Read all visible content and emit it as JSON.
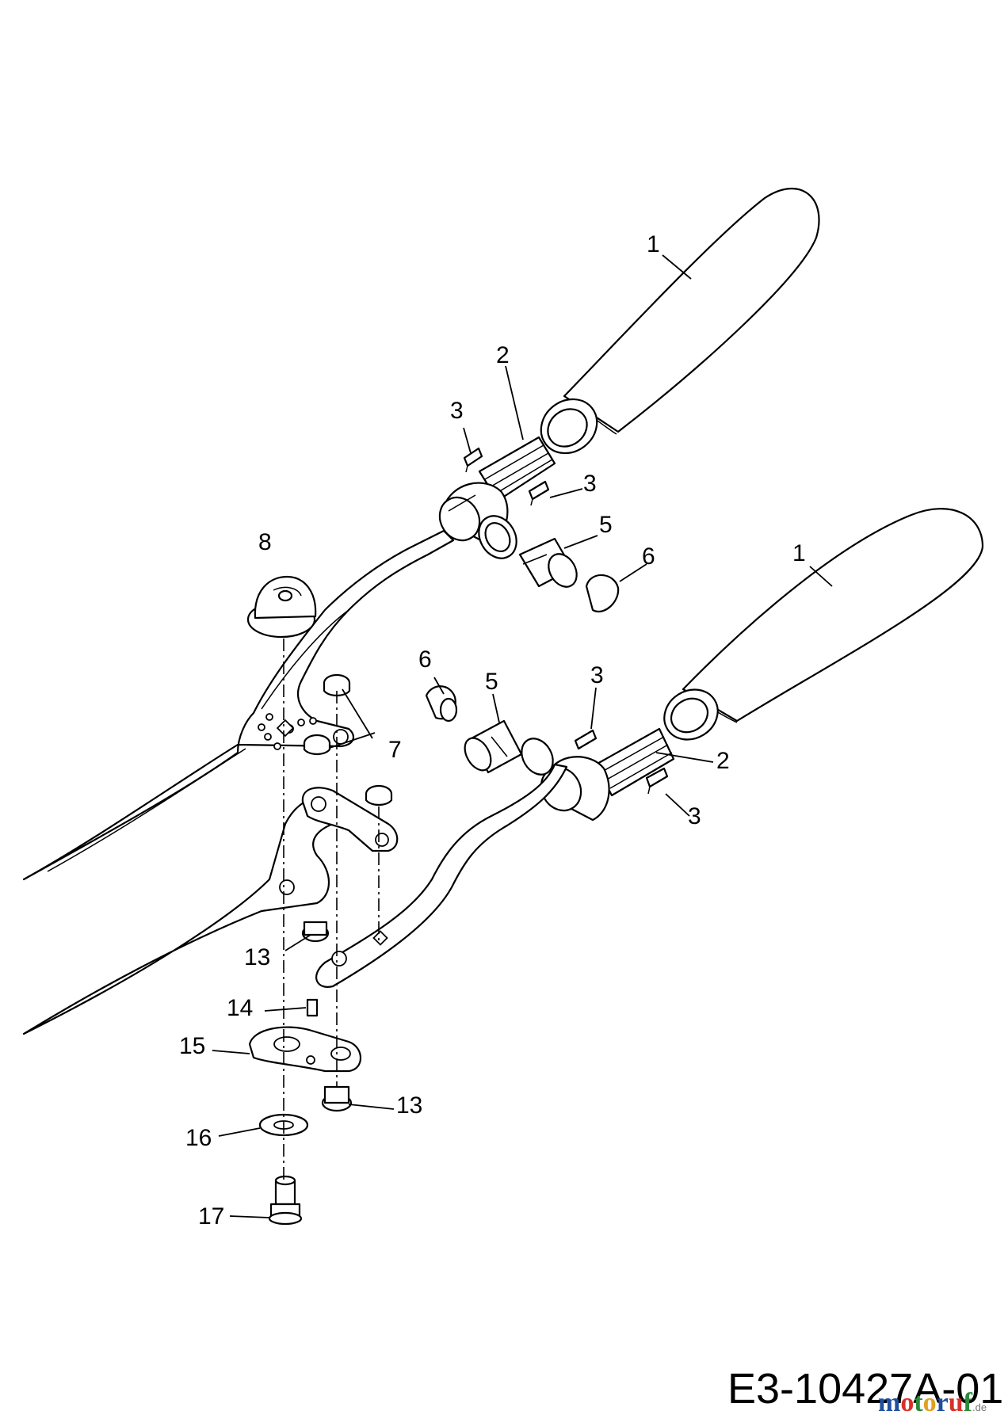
{
  "diagram": {
    "drawing_code": "E3-10427A-01",
    "callouts": [
      {
        "id": "c1a",
        "label": "1"
      },
      {
        "id": "c1b",
        "label": "1"
      },
      {
        "id": "c2a",
        "label": "2"
      },
      {
        "id": "c2b",
        "label": "2"
      },
      {
        "id": "c3a",
        "label": "3"
      },
      {
        "id": "c3b",
        "label": "3"
      },
      {
        "id": "c3c",
        "label": "3"
      },
      {
        "id": "c3d",
        "label": "3"
      },
      {
        "id": "c5a",
        "label": "5"
      },
      {
        "id": "c5b",
        "label": "5"
      },
      {
        "id": "c6a",
        "label": "6"
      },
      {
        "id": "c6b",
        "label": "6"
      },
      {
        "id": "c7",
        "label": "7"
      },
      {
        "id": "c8",
        "label": "8"
      },
      {
        "id": "c13a",
        "label": "13"
      },
      {
        "id": "c13b",
        "label": "13"
      },
      {
        "id": "c14",
        "label": "14"
      },
      {
        "id": "c15",
        "label": "15"
      },
      {
        "id": "c16",
        "label": "16"
      },
      {
        "id": "c17",
        "label": "17"
      }
    ]
  },
  "watermark": {
    "text": "motoruf",
    "suffix": ".de",
    "colors": [
      "#1f4e9e",
      "#d8302a",
      "#2a8a3a",
      "#e0a020",
      "#1f4e9e",
      "#d8302a",
      "#2a8a3a"
    ]
  }
}
